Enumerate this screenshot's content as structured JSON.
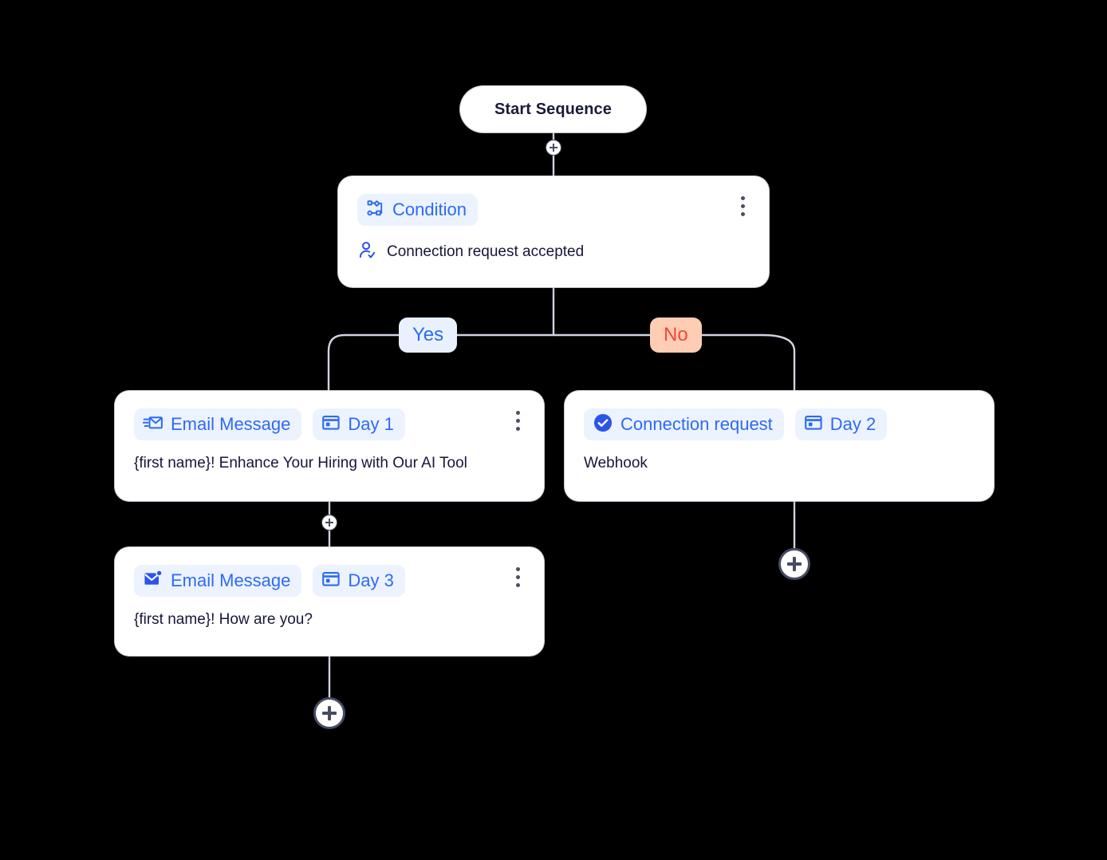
{
  "canvas": {
    "background": "#000000",
    "accent_blue": "#2b6bf5",
    "chip_bg": "#edf2ff",
    "card_bg": "#ffffff",
    "text_dark": "#16163a",
    "wire_color": "#cfd4e0"
  },
  "start_node": {
    "label": "Start Sequence",
    "icon": "none"
  },
  "condition_node": {
    "chip_label": "Condition",
    "chip_icon": "branch-node-icon",
    "body_text": "Connection request accepted",
    "body_icon": "user-check-icon",
    "menu_icon": "kebab-menu-icon"
  },
  "branches": [
    {
      "label": "Yes",
      "tone": "positive",
      "bg": "#eaf1fe",
      "color": "#2b6bf5"
    },
    {
      "label": "No",
      "tone": "negative",
      "bg": "#ffcdb3",
      "color": "#f5463c"
    }
  ],
  "nodes": [
    {
      "id": "email-day1",
      "type_label": "Email Message",
      "type_icon": "email-send-outline-icon",
      "day_label": "Day 1",
      "day_icon": "calendar-icon",
      "body_text": "{first name}!  Enhance Your Hiring with Our AI Tool",
      "has_menu": true
    },
    {
      "id": "connection-day2",
      "type_label": "Connection request",
      "type_icon": "check-circle-filled-icon",
      "day_label": "Day 2",
      "day_icon": "calendar-icon",
      "body_text": "Webhook",
      "has_menu": false
    },
    {
      "id": "email-day3",
      "type_label": "Email Message",
      "type_icon": "email-filled-badge-icon",
      "day_label": "Day 3",
      "day_icon": "calendar-icon",
      "body_text": "{first name}!  How are you?",
      "has_menu": true
    }
  ],
  "add_handles": [
    {
      "id": "add-after-start",
      "size": "small"
    },
    {
      "id": "add-after-email-day1",
      "size": "small"
    },
    {
      "id": "add-after-email-day3",
      "size": "big"
    },
    {
      "id": "add-after-connection",
      "size": "big"
    }
  ]
}
